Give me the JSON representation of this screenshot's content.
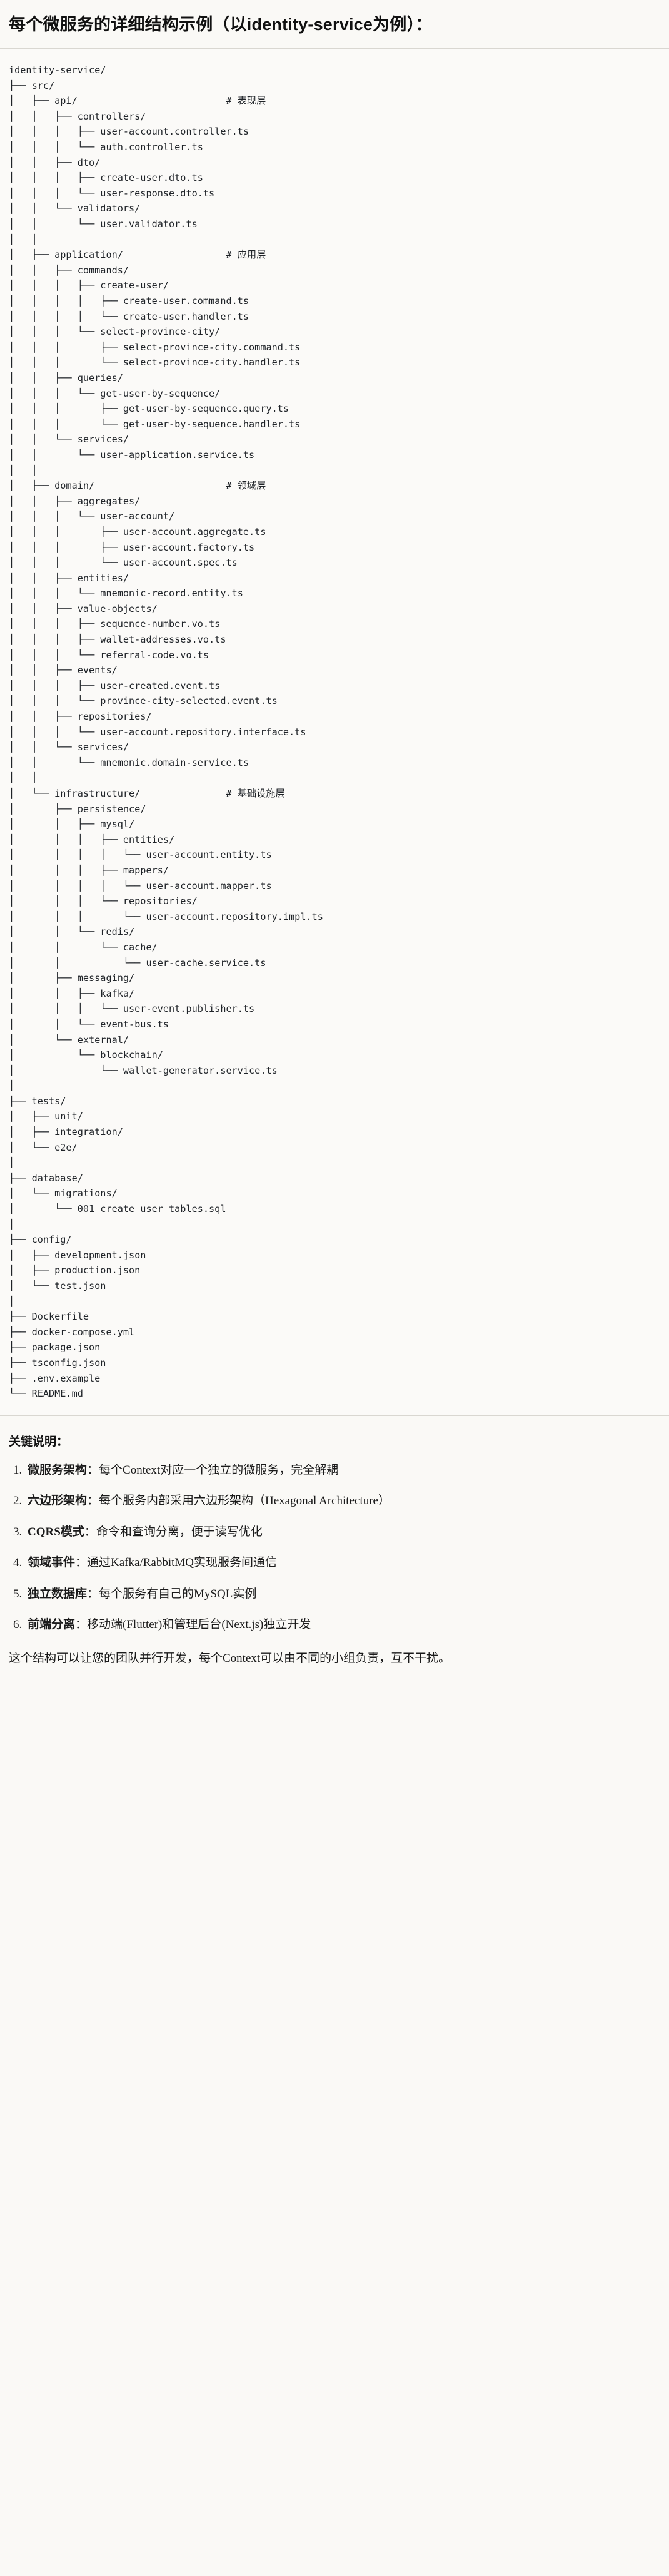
{
  "header": {
    "title": "每个微服务的详细结构示例（以identity-service为例）："
  },
  "tree": {
    "root": "identity-service/",
    "text": "identity-service/\n├── src/\n│   ├── api/                          # 表现层\n│   │   ├── controllers/\n│   │   │   ├── user-account.controller.ts\n│   │   │   └── auth.controller.ts\n│   │   ├── dto/\n│   │   │   ├── create-user.dto.ts\n│   │   │   └── user-response.dto.ts\n│   │   └── validators/\n│   │       └── user.validator.ts\n│   │\n│   ├── application/                  # 应用层\n│   │   ├── commands/\n│   │   │   ├── create-user/\n│   │   │   │   ├── create-user.command.ts\n│   │   │   │   └── create-user.handler.ts\n│   │   │   └── select-province-city/\n│   │   │       ├── select-province-city.command.ts\n│   │   │       └── select-province-city.handler.ts\n│   │   ├── queries/\n│   │   │   └── get-user-by-sequence/\n│   │   │       ├── get-user-by-sequence.query.ts\n│   │   │       └── get-user-by-sequence.handler.ts\n│   │   └── services/\n│   │       └── user-application.service.ts\n│   │\n│   ├── domain/                       # 领域层\n│   │   ├── aggregates/\n│   │   │   └── user-account/\n│   │   │       ├── user-account.aggregate.ts\n│   │   │       ├── user-account.factory.ts\n│   │   │       └── user-account.spec.ts\n│   │   ├── entities/\n│   │   │   └── mnemonic-record.entity.ts\n│   │   ├── value-objects/\n│   │   │   ├── sequence-number.vo.ts\n│   │   │   ├── wallet-addresses.vo.ts\n│   │   │   └── referral-code.vo.ts\n│   │   ├── events/\n│   │   │   ├── user-created.event.ts\n│   │   │   └── province-city-selected.event.ts\n│   │   ├── repositories/\n│   │   │   └── user-account.repository.interface.ts\n│   │   └── services/\n│   │       └── mnemonic.domain-service.ts\n│   │\n│   └── infrastructure/               # 基础设施层\n│       ├── persistence/\n│       │   ├── mysql/\n│       │   │   ├── entities/\n│       │   │   │   └── user-account.entity.ts\n│       │   │   ├── mappers/\n│       │   │   │   └── user-account.mapper.ts\n│       │   │   └── repositories/\n│       │   │       └── user-account.repository.impl.ts\n│       │   └── redis/\n│       │       └── cache/\n│       │           └── user-cache.service.ts\n│       ├── messaging/\n│       │   ├── kafka/\n│       │   │   └── user-event.publisher.ts\n│       │   └── event-bus.ts\n│       └── external/\n│           └── blockchain/\n│               └── wallet-generator.service.ts\n│\n├── tests/\n│   ├── unit/\n│   ├── integration/\n│   └── e2e/\n│\n├── database/\n│   └── migrations/\n│       └── 001_create_user_tables.sql\n│\n├── config/\n│   ├── development.json\n│   ├── production.json\n│   └── test.json\n│\n├── Dockerfile\n├── docker-compose.yml\n├── package.json\n├── tsconfig.json\n├── .env.example\n└── README.md",
    "layer_comments": [
      "# 表现层",
      "# 应用层",
      "# 领域层",
      "# 基础设施层"
    ]
  },
  "notes": {
    "heading": "关键说明：",
    "items": [
      {
        "term": "微服务架构",
        "sep": "：",
        "desc": "每个Context对应一个独立的微服务，完全解耦"
      },
      {
        "term": "六边形架构",
        "sep": "：",
        "desc": "每个服务内部采用六边形架构（Hexagonal Architecture）"
      },
      {
        "term": "CQRS模式",
        "sep": "：",
        "desc": "命令和查询分离，便于读写优化"
      },
      {
        "term": "领域事件",
        "sep": "：",
        "desc": "通过Kafka/RabbitMQ实现服务间通信"
      },
      {
        "term": "独立数据库",
        "sep": "：",
        "desc": "每个服务有自己的MySQL实例"
      },
      {
        "term": "前端分离",
        "sep": "：",
        "desc": "移动端(Flutter)和管理后台(Next.js)独立开发"
      }
    ],
    "closing": "这个结构可以让您的团队并行开发，每个Context可以由不同的小组负责，互不干扰。"
  },
  "colors": {
    "page_bg": "#faf9f6",
    "code_bg": "#fbfaf8",
    "text": "#1a1a1a",
    "rule": "#d9d7d1"
  }
}
